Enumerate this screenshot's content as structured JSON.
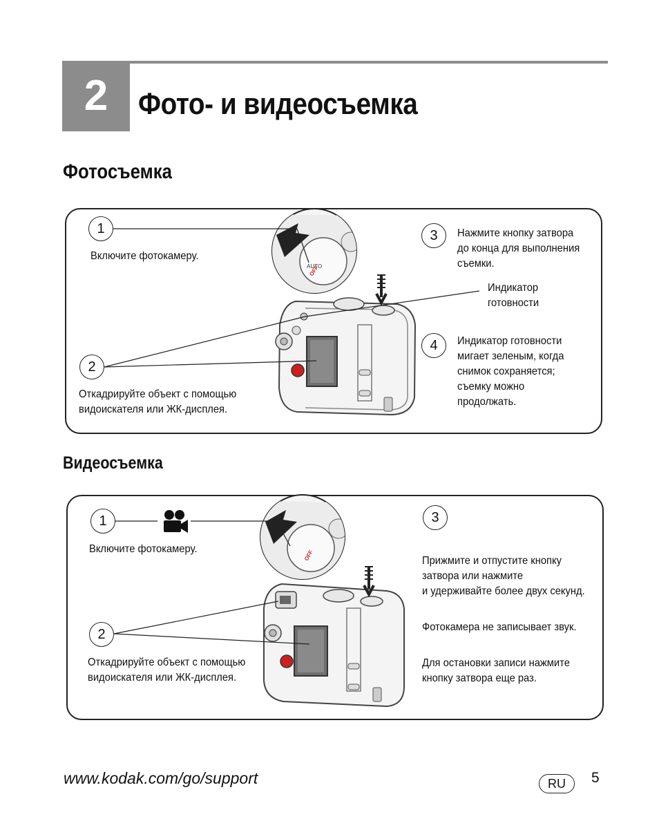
{
  "chapter": {
    "number": "2",
    "title": "Фото- и видеосъемка"
  },
  "photo": {
    "heading": "Фотосъемка",
    "steps": [
      {
        "num": "1",
        "lines": [
          "Включите фотокамеру."
        ]
      },
      {
        "num": "2",
        "lines": [
          "Откадрируйте объект с помощью",
          "видоискателя или ЖК-дисплея."
        ]
      },
      {
        "num": "3",
        "lines": [
          "Нажмите кнопку затвора",
          "до конца для выполнения",
          "съемки."
        ]
      },
      {
        "num": "4",
        "lines": [
          "Индикатор готовности",
          "мигает зеленым, когда",
          "снимок сохраняется;",
          "съемку можно",
          "продолжать."
        ]
      }
    ],
    "indicator_label": [
      "Индикатор",
      "готовности"
    ]
  },
  "video": {
    "heading": "Видеосъемка",
    "steps": [
      {
        "num": "1",
        "lines": [
          "Включите фотокамеру."
        ]
      },
      {
        "num": "2",
        "lines": [
          "Откадрируйте объект с помощью",
          "видоискателя или ЖК-дисплея."
        ]
      },
      {
        "num": "3",
        "paragraphs": [
          "Прижмите и отпустите кнопку\nзатвора или нажмите\nи удерживайте более двух секунд.",
          "Фотокамера не записывает звук.",
          "Для остановки записи нажмите\nкнопку затвора еще раз."
        ]
      }
    ]
  },
  "camera_dial": {
    "auto": "AUTO",
    "off": "OFF"
  },
  "footer": {
    "url": "www.kodak.com/go/support",
    "language": "RU",
    "page": "5"
  },
  "icons": {
    "video_mode": "video-camera-icon",
    "shutter_arrow": "arrow-down-icon",
    "dial_arrow": "arrow-icon"
  }
}
